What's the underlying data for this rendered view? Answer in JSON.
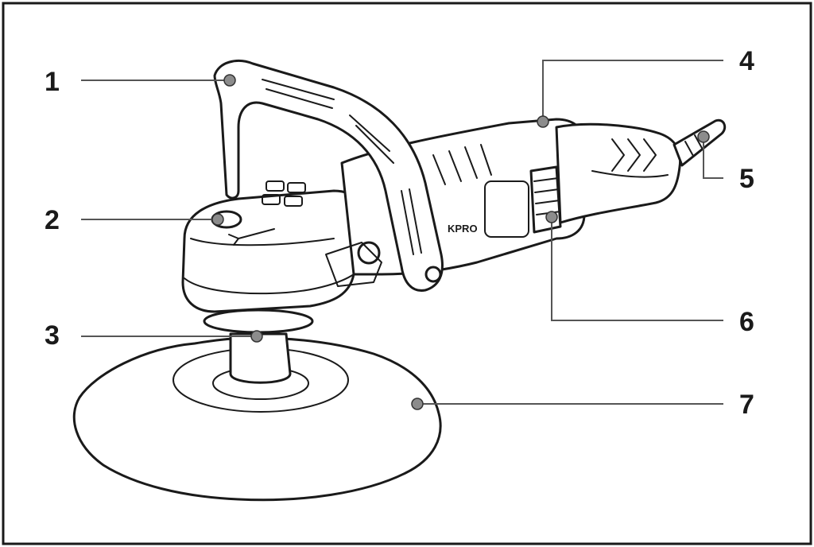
{
  "brand_text": "KPRO",
  "callouts": [
    {
      "id": "1",
      "label": "1"
    },
    {
      "id": "2",
      "label": "2"
    },
    {
      "id": "3",
      "label": "3"
    },
    {
      "id": "4",
      "label": "4"
    },
    {
      "id": "5",
      "label": "5"
    },
    {
      "id": "6",
      "label": "6"
    },
    {
      "id": "7",
      "label": "7"
    }
  ],
  "colors": {
    "ink": "#1a1a1a",
    "callout_dot": "#8c8c8c",
    "leader_line": "#555555",
    "background": "#ffffff"
  }
}
